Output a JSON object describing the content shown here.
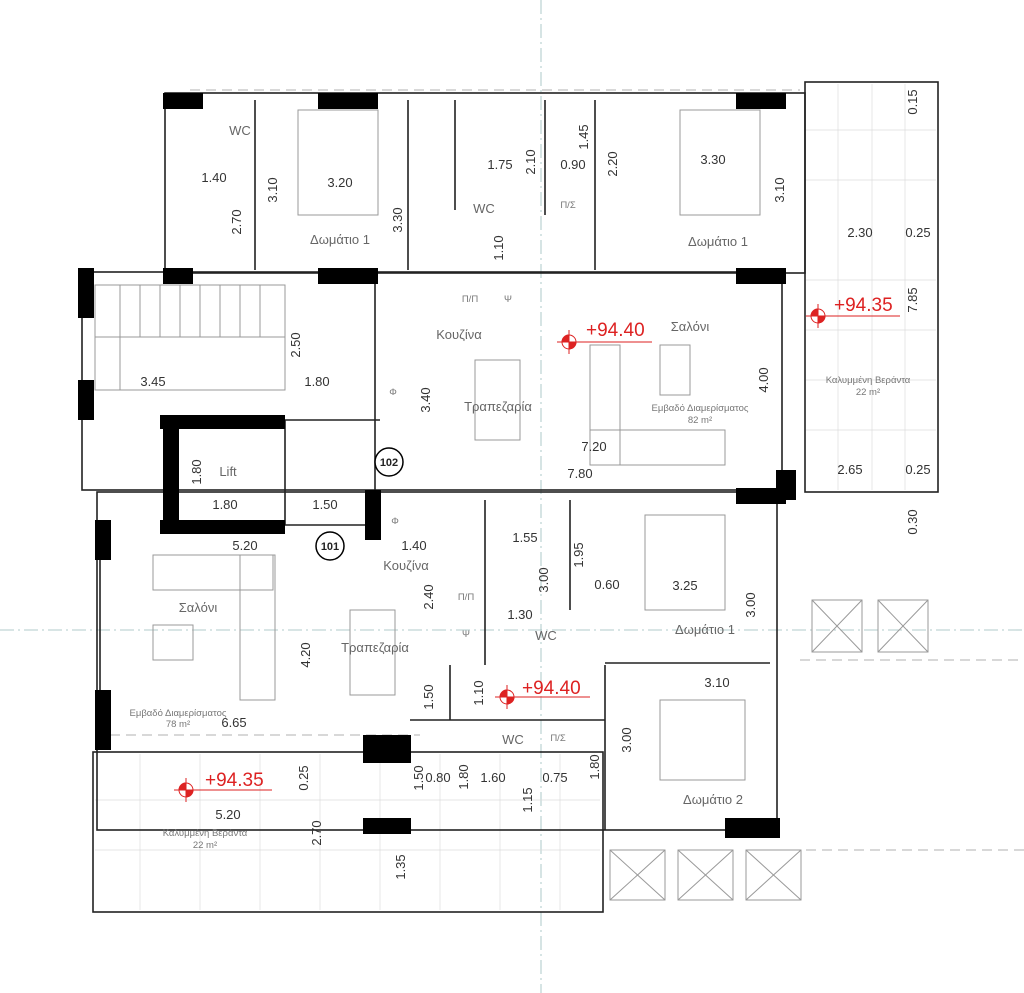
{
  "top_unit": {
    "wc_1": "WC",
    "bedroom_a": "Δωμάτιο 1",
    "wc_2": "WC",
    "ps_1": "Π/Σ",
    "bedroom_b": "Δωμάτιο 1",
    "kitchen": "Κουζίνα",
    "fridge": "Π/Π",
    "freezer": "Ψ",
    "oven": "Φ",
    "dining": "Τραπεζαρία",
    "living": "Σαλόνι",
    "area_label": "Εμβαδό Διαμερίσματος",
    "area_value": "82 m²",
    "level": "+94.40",
    "apartment_number": "102",
    "veranda": "Καλυμμένη Βεράντα",
    "veranda_area": "22 m²",
    "veranda_level": "+94.35",
    "dims": [
      "1.40",
      "3.10",
      "3.20",
      "2.70",
      "3.30",
      "1.75",
      "2.10",
      "0.90",
      "1.45",
      "1.10",
      "2.20",
      "3.30",
      "3.10",
      "0.15",
      "2.30",
      "0.25",
      "7.85",
      "2.65",
      "0.25",
      "0.30",
      "3.40",
      "4.00",
      "7.20",
      "7.80"
    ]
  },
  "core": {
    "lift": "Lift",
    "dims": [
      "2.50",
      "3.45",
      "1.80",
      "1.80",
      "1.80",
      "1.50"
    ]
  },
  "bottom_unit": {
    "apartment_number": "101",
    "kitchen": "Κουζίνα",
    "oven": "Φ",
    "fridge": "Π/Π",
    "freezer": "Ψ",
    "living": "Σαλόνι",
    "dining": "Τραπεζαρία",
    "area_label": "Εμβαδό Διαμερίσματος",
    "area_value": "78 m²",
    "wc_1": "WC",
    "bedroom_1": "Δωμάτιο 1",
    "level": "+94.40",
    "wc_2": "WC",
    "ps": "Π/Σ",
    "bedroom_2": "Δωμάτιο 2",
    "veranda": "Καλυμμένη Βεράντα",
    "veranda_area": "22 m²",
    "veranda_level": "+94.35",
    "dims": [
      "5.20",
      "1.40",
      "2.40",
      "4.20",
      "1.50",
      "6.65",
      "1.55",
      "3.00",
      "1.95",
      "0.60",
      "3.25",
      "1.30",
      "3.00",
      "1.10",
      "3.10",
      "3.00",
      "1.50",
      "0.80",
      "1.80",
      "1.60",
      "0.75",
      "1.15",
      "1.80",
      "0.25",
      "5.20",
      "2.70",
      "1.35"
    ]
  },
  "colors": {
    "level_marker": "#dd2222",
    "wall": "#000000"
  }
}
